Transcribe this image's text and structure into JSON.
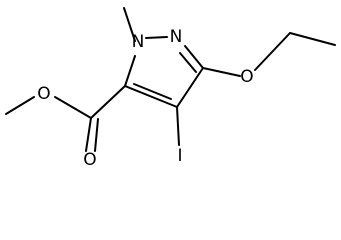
{
  "molecule": {
    "atoms": {
      "n1": "N",
      "n2": "N",
      "o_ether": "O",
      "o_carbonyl": "O",
      "o_ester": "O",
      "iodine": "I"
    }
  }
}
